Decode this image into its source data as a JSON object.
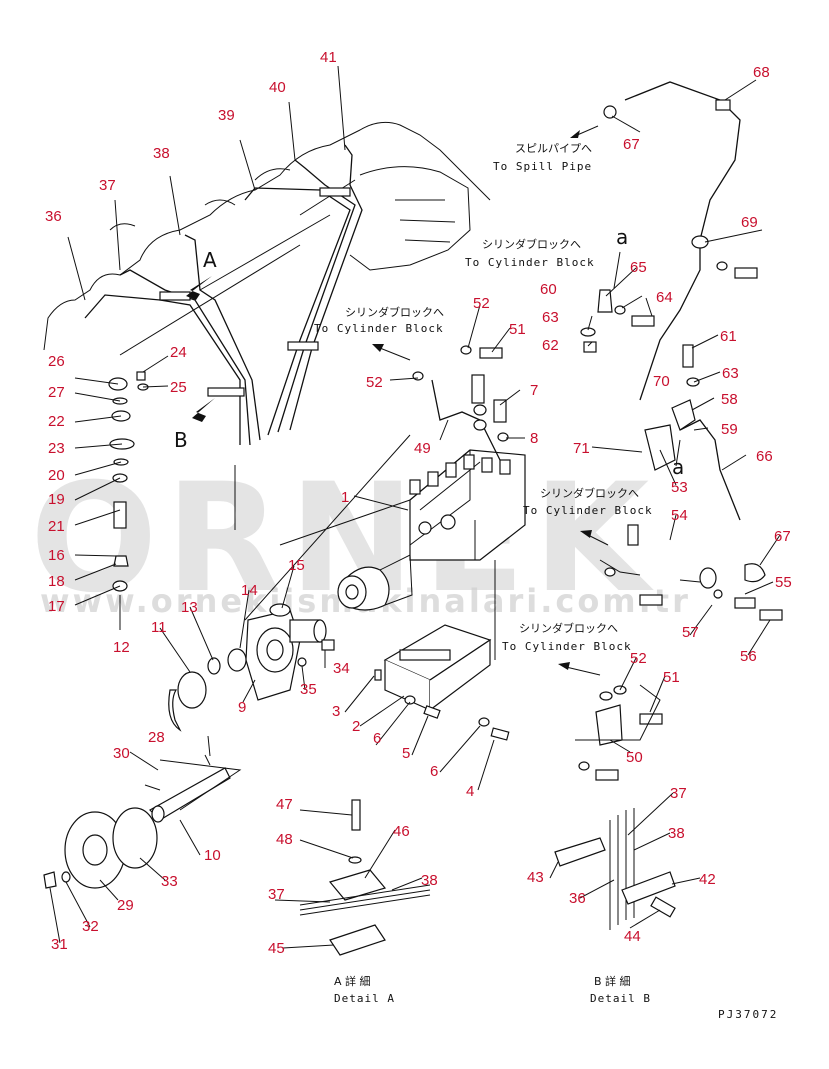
{
  "watermark": {
    "brand": "ORNEK",
    "url": "www.ornekiismakinalari.com.tr"
  },
  "drawing_code": "PJ37072",
  "view_letters": {
    "a_upper": "A",
    "b_upper": "B",
    "a_lower_1": "a",
    "a_lower_2": "a"
  },
  "notes": {
    "spill_jp": "スピルパイプへ",
    "spill_en": "To Spill Pipe",
    "cyl1_jp": "シリンダブロックへ",
    "cyl1_en": "To Cylinder Block",
    "cyl2_jp": "シリンダブロックへ",
    "cyl2_en": "To Cylinder Block",
    "cyl3_jp": "シリンダブロックへ",
    "cyl3_en": "To Cylinder Block",
    "cyl4_jp": "シリンダブロックへ",
    "cyl4_en": "To Cylinder Block"
  },
  "details": {
    "a_jp": "A 詳 細",
    "a_en": "Detail A",
    "b_jp": "B 詳 細",
    "b_en": "Detail B"
  },
  "callouts": {
    "c41": "41",
    "c40": "40",
    "c39": "39",
    "c38": "38",
    "c37": "37",
    "c36": "36",
    "c26": "26",
    "c24": "24",
    "c27": "27",
    "c25": "25",
    "c22": "22",
    "c23": "23",
    "c20": "20",
    "c19": "19",
    "c21": "21",
    "c16": "16",
    "c18": "18",
    "c17": "17",
    "c12": "12",
    "c68": "68",
    "c67a": "67",
    "c69": "69",
    "c65": "65",
    "c64": "64",
    "c60": "60",
    "c63a": "63",
    "c62": "62",
    "c52a": "52",
    "c51a": "51",
    "c52b": "52",
    "c7": "7",
    "c8": "8",
    "c49": "49",
    "c1": "1",
    "c61": "61",
    "c63b": "63",
    "c70": "70",
    "c58": "58",
    "c59": "59",
    "c71": "71",
    "c66": "66",
    "c53": "53",
    "c54": "54",
    "c67b": "67",
    "c55": "55",
    "c57": "57",
    "c56": "56",
    "c15": "15",
    "c14": "14",
    "c13": "13",
    "c11": "11",
    "c9": "9",
    "c34": "34",
    "c35": "35",
    "c3": "3",
    "c2": "2",
    "c6a": "6",
    "c5": "5",
    "c6b": "6",
    "c4": "4",
    "c52c": "52",
    "c51b": "51",
    "c50": "50",
    "c28": "28",
    "c30": "30",
    "c10": "10",
    "c33": "33",
    "c29": "29",
    "c32": "32",
    "c31": "31",
    "c47": "47",
    "c48": "48",
    "c46": "46",
    "c37b": "37",
    "c38b": "38",
    "c45": "45",
    "c37c": "37",
    "c38c": "38",
    "c43": "43",
    "c36b": "36",
    "c42": "42",
    "c44": "44"
  }
}
